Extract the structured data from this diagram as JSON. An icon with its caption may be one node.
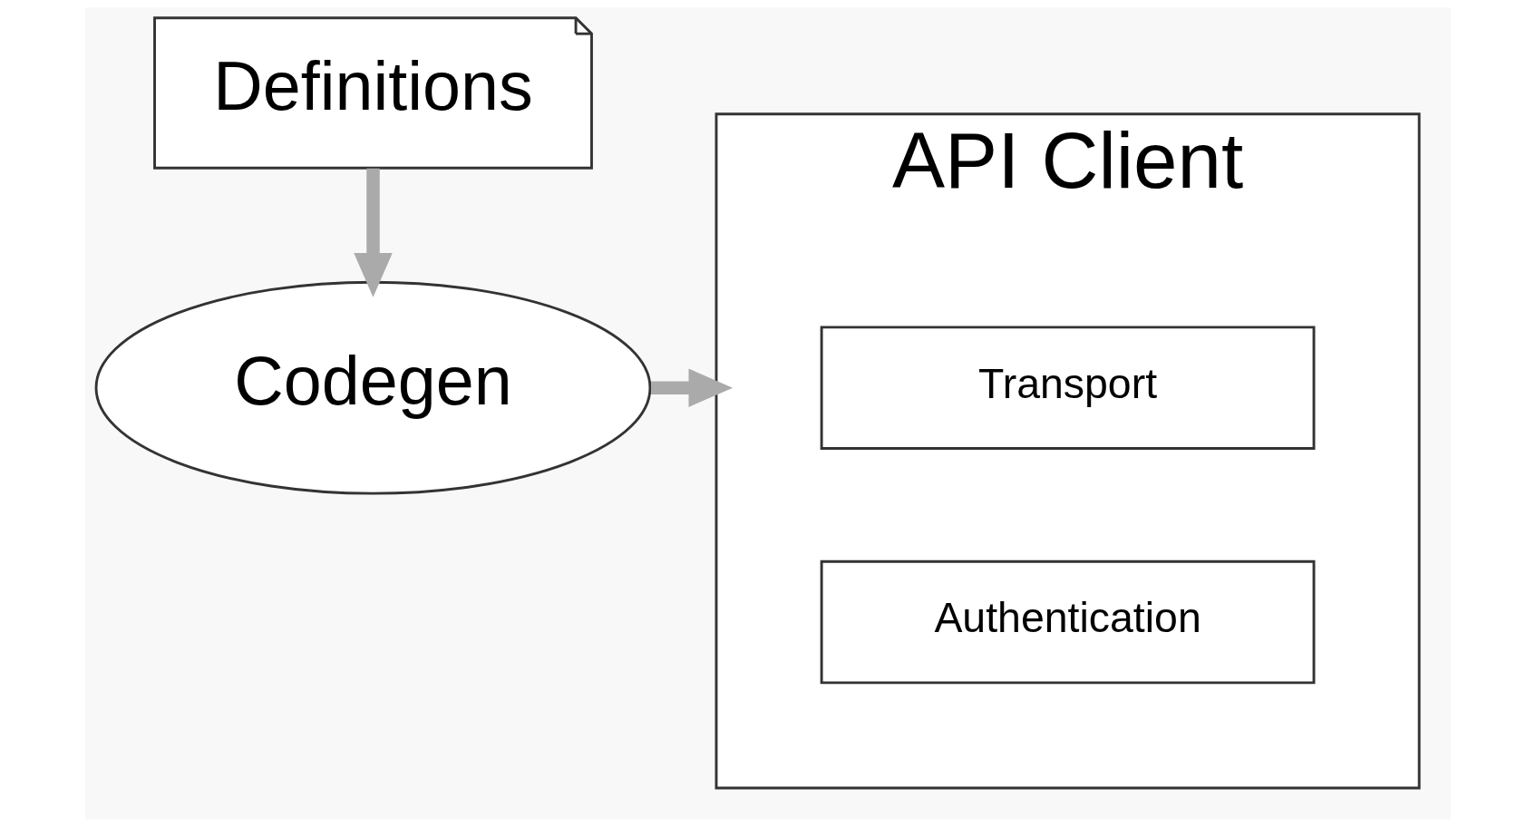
{
  "diagram": {
    "nodes": [
      {
        "text": [
          "Definitions"
        ]
      },
      {
        "text": [
          "Codegen"
        ]
      },
      {
        "text": [
          "API Client"
        ]
      },
      {
        "text": [
          "Transport"
        ],
        "in": 2
      },
      {
        "text": [
          "Authentication"
        ],
        "in": 2
      }
    ],
    "edges": [
      {
        "from": 0,
        "to": 1,
        "arrow": "to"
      },
      {
        "from": 1,
        "to": 2,
        "arrow": "to"
      }
    ]
  }
}
